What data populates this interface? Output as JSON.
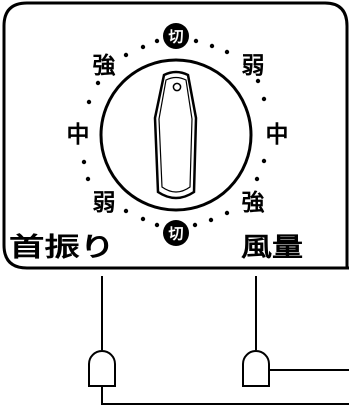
{
  "dial": {
    "off_top": "切",
    "off_bottom": "切",
    "left_upper": "強",
    "left_middle": "中",
    "left_lower": "弱",
    "right_upper": "弱",
    "right_middle": "中",
    "right_lower": "強"
  },
  "labels": {
    "left": "首振り",
    "right": "風量"
  }
}
